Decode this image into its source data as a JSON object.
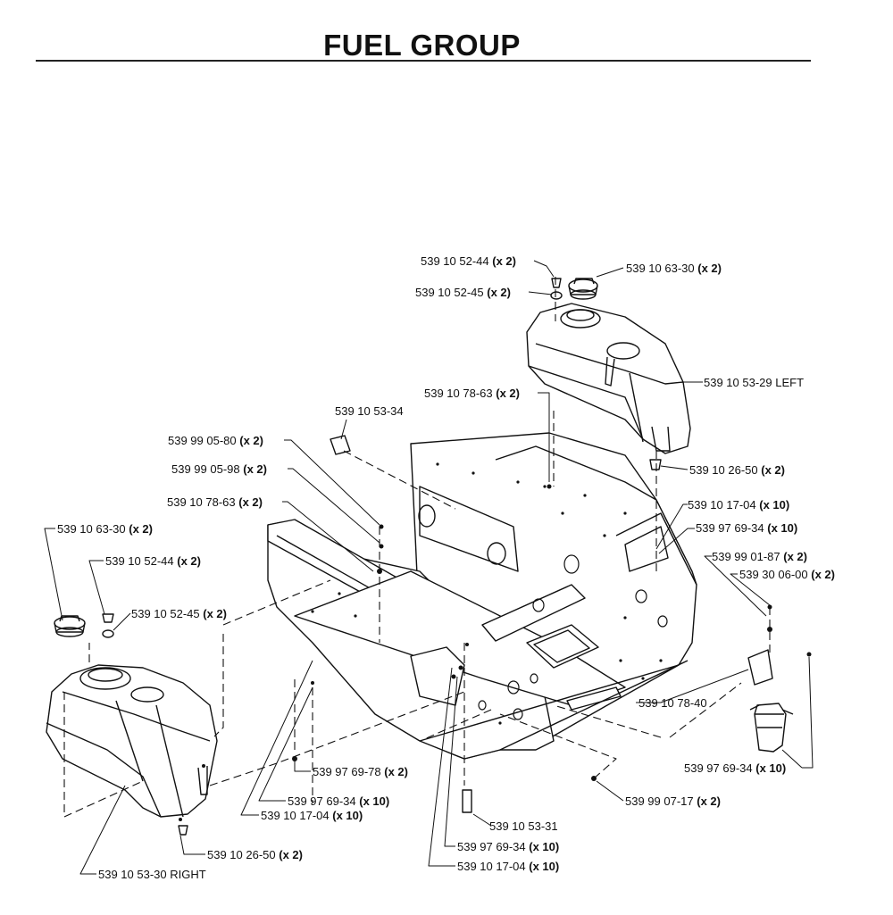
{
  "title": "FUEL GROUP",
  "callouts": [
    {
      "id": "c1",
      "part": "539 10 52-44",
      "qty": "(x 2)"
    },
    {
      "id": "c2",
      "part": "539 10 63-30",
      "qty": "(x 2)"
    },
    {
      "id": "c3",
      "part": "539 10 52-45",
      "qty": "(x 2)"
    },
    {
      "id": "c4",
      "part": "539 10 53-29 LEFT",
      "qty": ""
    },
    {
      "id": "c5",
      "part": "539 10 78-63",
      "qty": "(x 2)"
    },
    {
      "id": "c6",
      "part": "539 10 53-34",
      "qty": ""
    },
    {
      "id": "c7",
      "part": "539 99 05-80",
      "qty": "(x 2)"
    },
    {
      "id": "c8",
      "part": "539 99 05-98",
      "qty": "(x 2)"
    },
    {
      "id": "c9",
      "part": "539 10 78-63",
      "qty": "(x 2)"
    },
    {
      "id": "c10",
      "part": "539 10 26-50",
      "qty": "(x 2)"
    },
    {
      "id": "c11",
      "part": "539 10 17-04",
      "qty": "(x 10)"
    },
    {
      "id": "c12",
      "part": "539 97 69-34",
      "qty": "(x 10)"
    },
    {
      "id": "c13",
      "part": "539 99 01-87",
      "qty": "(x 2)"
    },
    {
      "id": "c14",
      "part": "539 30 06-00",
      "qty": "(x 2)"
    },
    {
      "id": "c15",
      "part": "539 10 63-30",
      "qty": "(x 2)"
    },
    {
      "id": "c16",
      "part": "539 10 52-44",
      "qty": "(x 2)"
    },
    {
      "id": "c17",
      "part": "539 10 52-45",
      "qty": "(x 2)"
    },
    {
      "id": "c18",
      "part": "539 10 78-40",
      "qty": ""
    },
    {
      "id": "c19",
      "part": "539 97 69-78",
      "qty": "(x 2)"
    },
    {
      "id": "c20",
      "part": "539 97 69-34",
      "qty": "(x 10)"
    },
    {
      "id": "c21",
      "part": "539 97 69-34",
      "qty": "(x 10)"
    },
    {
      "id": "c22",
      "part": "539 10 17-04",
      "qty": "(x 10)"
    },
    {
      "id": "c23",
      "part": "539 99 07-17",
      "qty": "(x 2)"
    },
    {
      "id": "c24",
      "part": "539 10 53-31",
      "qty": ""
    },
    {
      "id": "c25",
      "part": "539 10 26-50",
      "qty": "(x 2)"
    },
    {
      "id": "c26",
      "part": "539 97 69-34",
      "qty": "(x 10)"
    },
    {
      "id": "c27",
      "part": "539 10 17-04",
      "qty": "(x 10)"
    },
    {
      "id": "c28",
      "part": "539 10 53-30 RIGHT",
      "qty": ""
    }
  ]
}
